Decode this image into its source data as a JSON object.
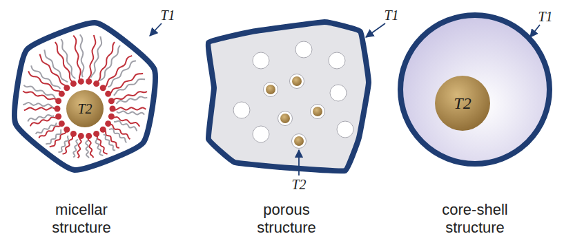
{
  "diagram": {
    "nodes": [
      {
        "text": [
          "T2"
        ]
      },
      {
        "text": [
          "T2"
        ]
      }
    ],
    "labels": [
      "T1",
      "micellar structure",
      "T1",
      "T2",
      "porous structure",
      "T1",
      "core-shell structure"
    ]
  }
}
